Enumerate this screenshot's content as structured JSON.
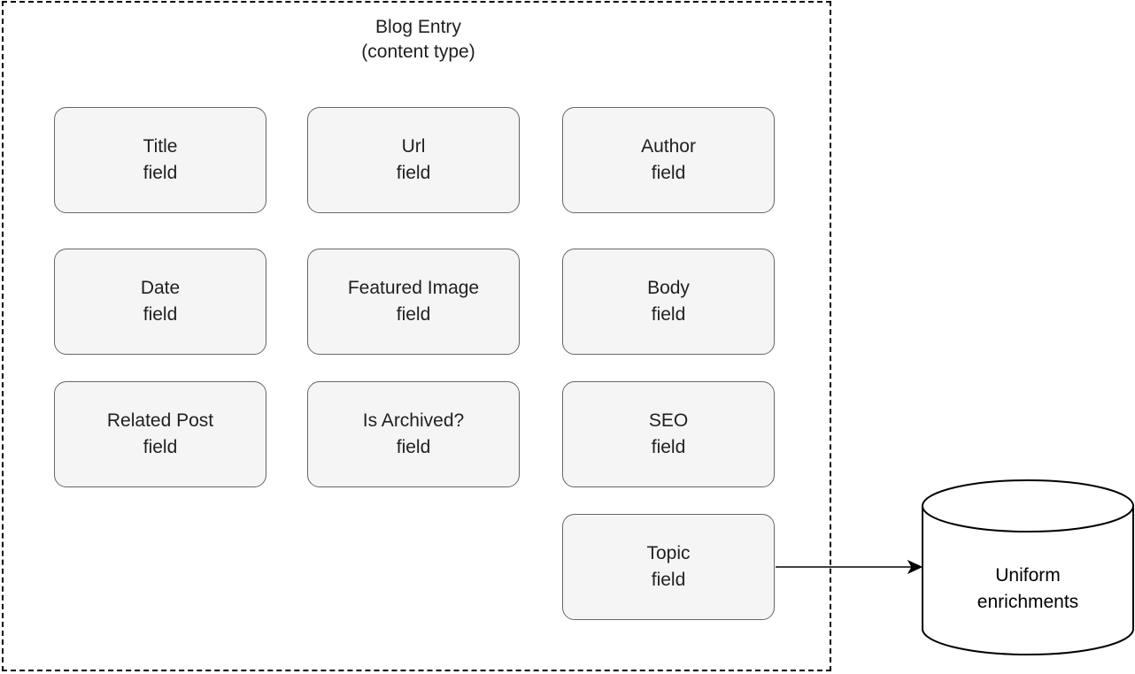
{
  "container": {
    "title": "Blog Entry",
    "subtitle": "(content type)"
  },
  "fields": [
    {
      "name": "Title",
      "sub": "field"
    },
    {
      "name": "Url",
      "sub": "field"
    },
    {
      "name": "Author",
      "sub": "field"
    },
    {
      "name": "Date",
      "sub": "field"
    },
    {
      "name": "Featured Image",
      "sub": "field"
    },
    {
      "name": "Body",
      "sub": "field"
    },
    {
      "name": "Related Post",
      "sub": "field"
    },
    {
      "name": "Is Archived?",
      "sub": "field"
    },
    {
      "name": "SEO",
      "sub": "field"
    },
    {
      "name": "Topic",
      "sub": "field"
    }
  ],
  "database": {
    "line1": "Uniform",
    "line2": "enrichments"
  },
  "colors": {
    "field_fill": "#f5f5f5",
    "field_border": "#666666",
    "container_border": "#000000"
  }
}
